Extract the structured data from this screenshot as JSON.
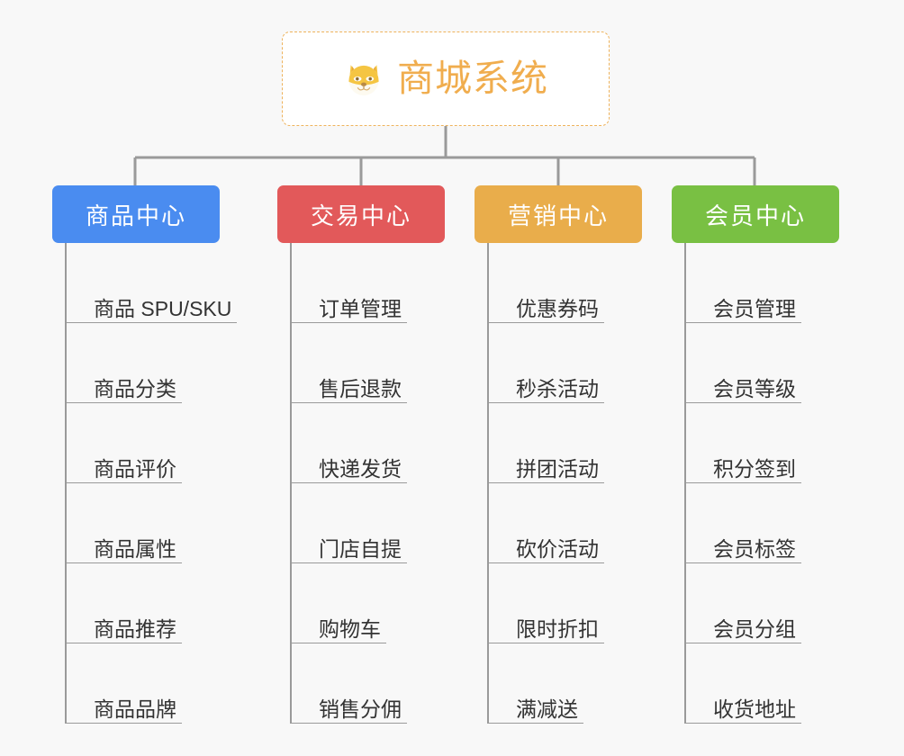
{
  "canvas": {
    "background": "#f8f8f8",
    "line_color": "#9a9a9a"
  },
  "root": {
    "title": "商城系统",
    "icon": "shiba-dog-face-icon",
    "text_color": "#f0ad4e",
    "border_color": "#eeb35c",
    "background": "#ffffff"
  },
  "branches": [
    {
      "label": "商品中心",
      "color": "#4a8cf0",
      "items": [
        "商品 SPU/SKU",
        "商品分类",
        "商品评价",
        "商品属性",
        "商品推荐",
        "商品品牌"
      ]
    },
    {
      "label": "交易中心",
      "color": "#e2595a",
      "items": [
        "订单管理",
        "售后退款",
        "快递发货",
        "门店自提",
        "购物车",
        "销售分佣"
      ]
    },
    {
      "label": "营销中心",
      "color": "#e9ad4b",
      "items": [
        "优惠券码",
        "秒杀活动",
        "拼团活动",
        "砍价活动",
        "限时折扣",
        "满减送"
      ]
    },
    {
      "label": "会员中心",
      "color": "#79c043",
      "items": [
        "会员管理",
        "会员等级",
        "积分签到",
        "会员标签",
        "会员分组",
        "收货地址"
      ]
    }
  ]
}
